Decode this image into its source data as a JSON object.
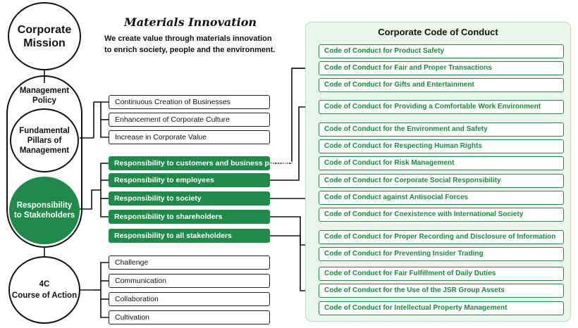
{
  "mission": {
    "label": "Corporate\nMission"
  },
  "innovation": {
    "title": "Materials Innovation",
    "description": "We create value through materials innovation\nto enrich society, people and the environment."
  },
  "management_policy": {
    "label": "Management\nPolicy"
  },
  "fundamental": {
    "label": "Fundamental\nPillars of\nManagement"
  },
  "pillars": [
    "Continuous Creation of Businesses",
    "Enhancement of Corporate Culture",
    "Increase in Corporate Value"
  ],
  "stakeholders": {
    "label": "Responsibility\nto Stakeholders",
    "items": [
      "Responsibility to customers and business partners",
      "Responsibility to employees",
      "Responsibility to society",
      "Responsibility to shareholders",
      "Responsibility to all stakeholders"
    ]
  },
  "course": {
    "label": "4C\nCourse of Action",
    "items": [
      "Challenge",
      "Communication",
      "Collaboration",
      "Cultivation"
    ]
  },
  "code": {
    "title": "Corporate Code of Conduct",
    "items": [
      "Code of Conduct for Product Safety",
      "Code of Conduct for Fair and Proper Transactions",
      "Code of Conduct for Gifts and Entertainment",
      "Code of Conduct for Providing a Comfortable Work Environment",
      "Code of Conduct for the Environment and Safety",
      "Code of Conduct for Respecting Human Rights",
      "Code of Conduct for Risk Management",
      "Code of Conduct for Corporate Social Responsibility",
      "Code of Conduct against Antisocial Forces",
      "Code of Conduct for Coexistence with International Society",
      "Code of Conduct for Proper Recording and Disclosure of Information",
      "Code of Conduct for Preventing Insider Trading",
      "Code of Conduct for Fair Fulfillment of Daily Duties",
      "Code of Conduct for the Use of the JSR Group Assets",
      "Code of Conduct for Intellectual Property Management"
    ]
  },
  "colors": {
    "green": "#1f8a4a",
    "panel_bg": "#eaf6ec",
    "code_text": "#1a8a3e"
  }
}
